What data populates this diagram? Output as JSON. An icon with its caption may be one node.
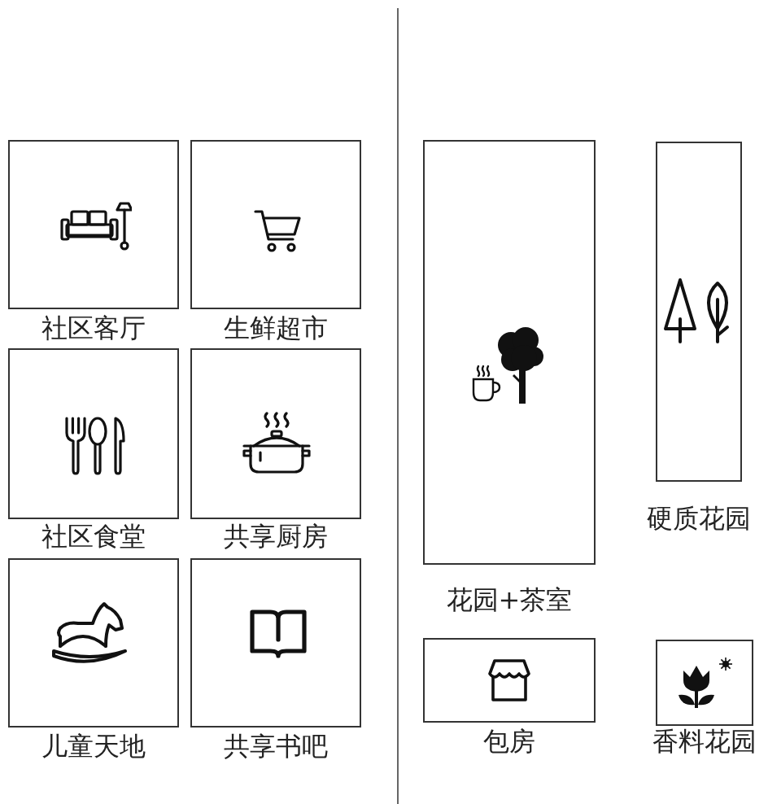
{
  "diagram": {
    "nodes": [
      {
        "text": [
          "社区客厅"
        ]
      },
      {
        "text": [
          "生鲜超市"
        ]
      },
      {
        "text": [
          "社区食堂"
        ]
      },
      {
        "text": [
          "共享厨房"
        ]
      },
      {
        "text": [
          "儿童天地"
        ]
      },
      {
        "text": [
          "共享书吧"
        ]
      },
      {
        "text": [
          "花园+茶室"
        ]
      },
      {
        "text": [
          "硬质花园"
        ]
      },
      {
        "text": [
          "包房"
        ]
      },
      {
        "text": [
          "香料花园"
        ]
      }
    ]
  }
}
